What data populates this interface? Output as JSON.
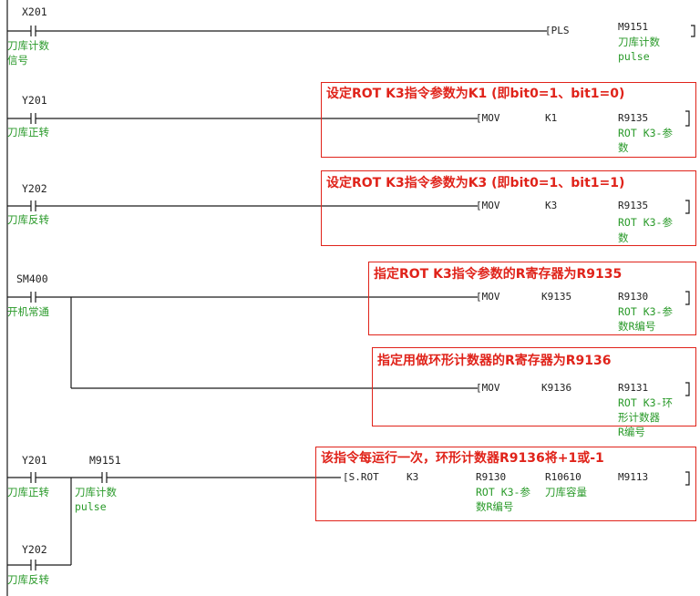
{
  "rungs": [
    {
      "contacts": [
        {
          "device": "X201",
          "comment": [
            "刀库计数",
            "信号"
          ]
        }
      ],
      "instruction": {
        "op": "[PLS",
        "args": [
          "M9151"
        ],
        "arg_comments": [
          [
            "刀库计数",
            "pulse"
          ]
        ]
      }
    },
    {
      "contacts": [
        {
          "device": "Y201",
          "comment": [
            "刀库正转"
          ]
        }
      ],
      "instruction": {
        "op": "[MOV",
        "args": [
          "K1",
          "R9135"
        ],
        "arg_comments": [
          [],
          [
            "ROT K3-参",
            "数"
          ]
        ]
      },
      "annotation": "设定ROT K3指令参数为K1 (即bit0=1、bit1=0)"
    },
    {
      "contacts": [
        {
          "device": "Y202",
          "comment": [
            "刀库反转"
          ]
        }
      ],
      "instruction": {
        "op": "[MOV",
        "args": [
          "K3",
          "R9135"
        ],
        "arg_comments": [
          [],
          [
            "ROT K3-参",
            "数"
          ]
        ]
      },
      "annotation": "设定ROT K3指令参数为K3 (即bit0=1、bit1=1)"
    },
    {
      "contacts": [
        {
          "device": "SM400",
          "comment": [
            "开机常通"
          ]
        }
      ],
      "instruction": {
        "op": "[MOV",
        "args": [
          "K9135",
          "R9130"
        ],
        "arg_comments": [
          [],
          [
            "ROT K3-参",
            "数R编号"
          ]
        ]
      },
      "annotation": "指定ROT K3指令参数的R寄存器为R9135"
    },
    {
      "branch": true,
      "instruction": {
        "op": "[MOV",
        "args": [
          "K9136",
          "R9131"
        ],
        "arg_comments": [
          [],
          [
            "ROT K3-环",
            "形计数器",
            "R编号"
          ]
        ]
      },
      "annotation": "指定用做环形计数器的R寄存器为R9136"
    },
    {
      "contacts": [
        {
          "device": "Y201",
          "comment": [
            "刀库正转"
          ]
        },
        {
          "device": "M9151",
          "comment": [
            "刀库计数",
            "pulse"
          ]
        },
        {
          "device": "Y202",
          "comment": [
            "刀库反转"
          ]
        }
      ],
      "instruction": {
        "op": "[S.ROT",
        "args": [
          "K3",
          "R9130",
          "R10610",
          "M9113"
        ],
        "arg_comments": [
          [],
          [
            "ROT K3-参",
            "数R编号"
          ],
          [
            "刀库容量"
          ],
          []
        ]
      },
      "annotation": "该指令每运行一次，环形计数器R9136将+1或-1"
    }
  ],
  "colors": {
    "wire": "#1a1a1a",
    "comment": "#2a9a2a",
    "annotation": "#e0231a",
    "background": "#ffffff"
  }
}
